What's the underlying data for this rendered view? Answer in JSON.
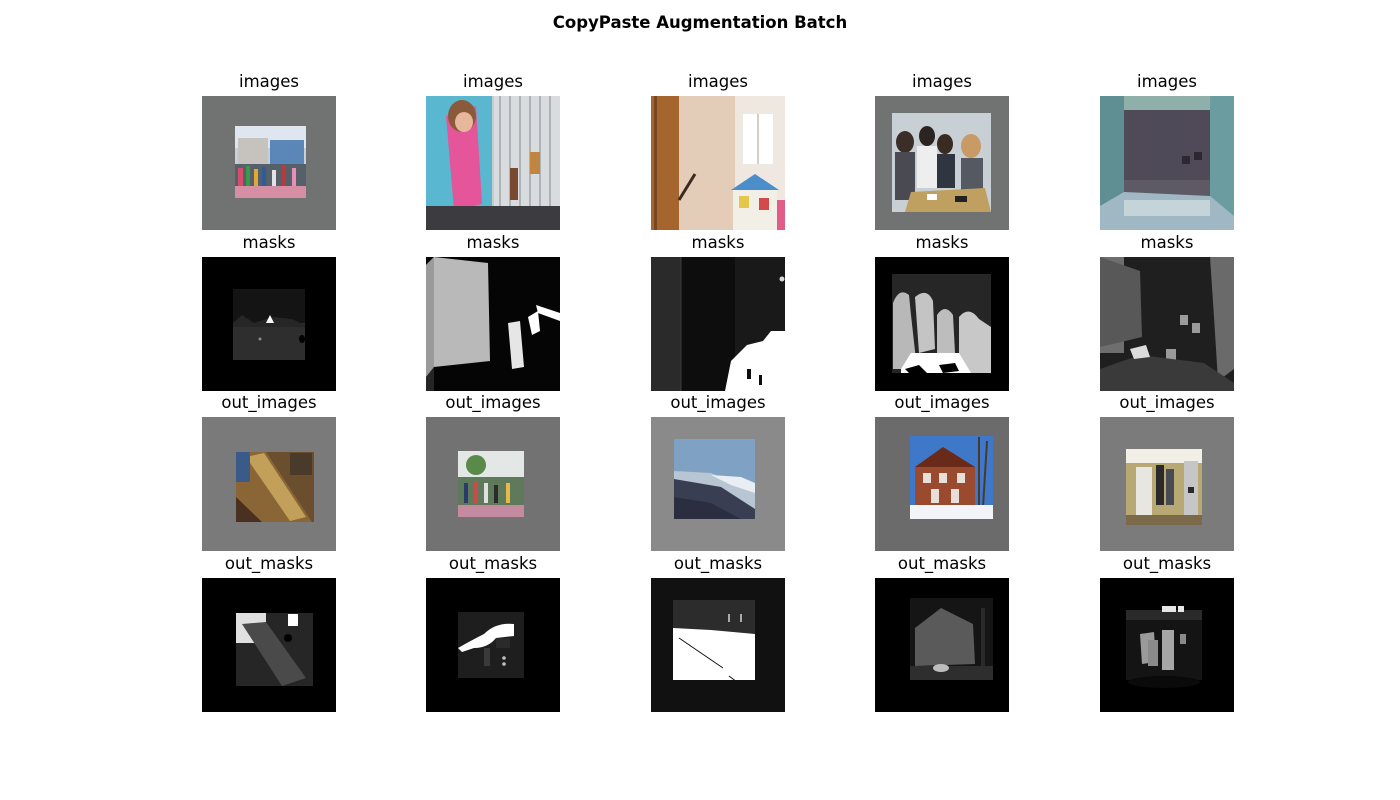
{
  "figure": {
    "title": "CopyPaste Augmentation Batch"
  },
  "row_labels": [
    "images",
    "masks",
    "out_images",
    "out_masks"
  ],
  "grid": {
    "rows": 4,
    "cols": 5
  },
  "panels": [
    {
      "label": "images",
      "content": "street-scene-padded"
    },
    {
      "label": "images",
      "content": "billboard-building"
    },
    {
      "label": "images",
      "content": "room-wall-toys"
    },
    {
      "label": "images",
      "content": "group-people-table"
    },
    {
      "label": "images",
      "content": "bedroom-curtains"
    },
    {
      "label": "masks",
      "content": "mask-street"
    },
    {
      "label": "masks",
      "content": "mask-billboard"
    },
    {
      "label": "masks",
      "content": "mask-room"
    },
    {
      "label": "masks",
      "content": "mask-people"
    },
    {
      "label": "masks",
      "content": "mask-bedroom"
    },
    {
      "label": "out_images",
      "content": "boat-deck-pasted"
    },
    {
      "label": "out_images",
      "content": "street-crowd-pasted"
    },
    {
      "label": "out_images",
      "content": "snowy-slope-pasted"
    },
    {
      "label": "out_images",
      "content": "brick-house-pasted"
    },
    {
      "label": "out_images",
      "content": "kitchen-shelf-pasted"
    },
    {
      "label": "out_masks",
      "content": "outmask-boat"
    },
    {
      "label": "out_masks",
      "content": "outmask-crowd"
    },
    {
      "label": "out_masks",
      "content": "outmask-slope"
    },
    {
      "label": "out_masks",
      "content": "outmask-house"
    },
    {
      "label": "out_masks",
      "content": "outmask-kitchen"
    }
  ]
}
